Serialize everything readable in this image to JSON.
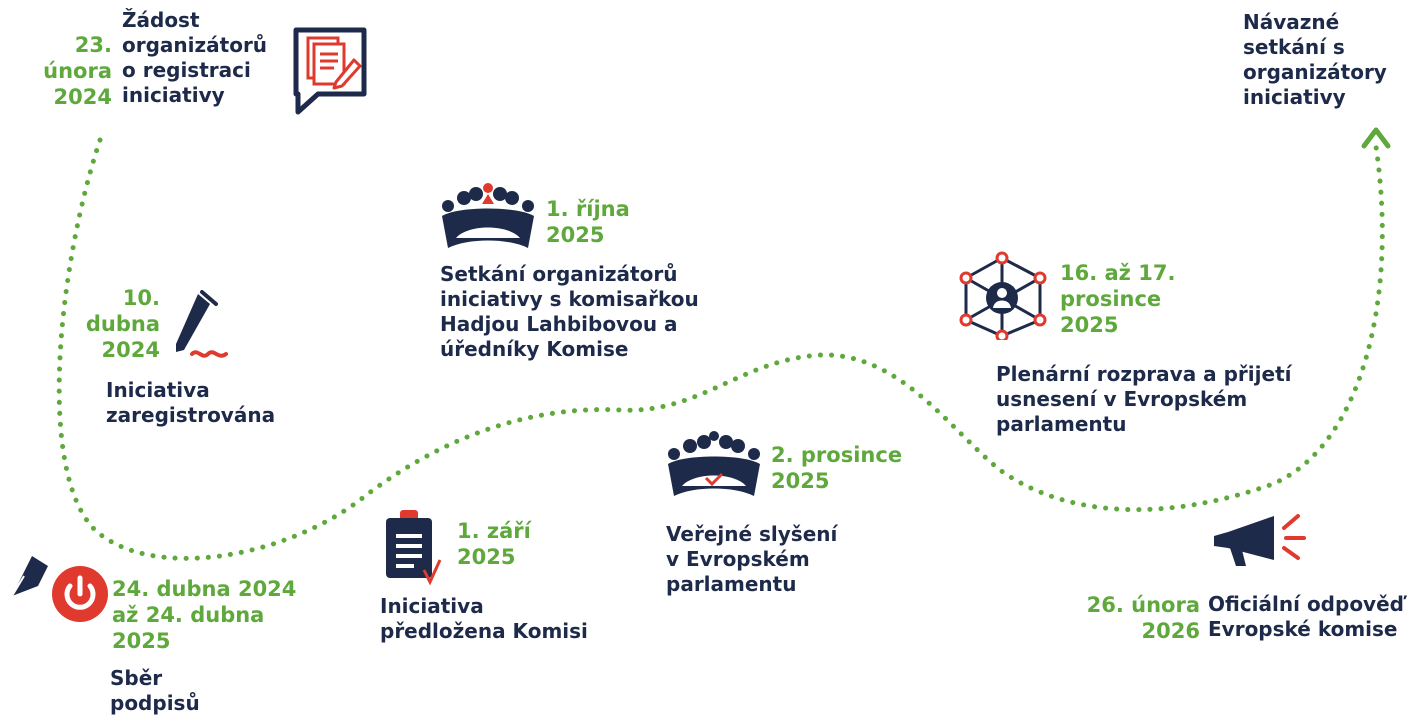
{
  "colors": {
    "navy": "#1e2a4a",
    "green": "#5ea83c",
    "red": "#e03a2f"
  },
  "events": [
    {
      "id": "request",
      "date": "23.\núnora\n2024",
      "text": "Žádost\norganizátorů\no registraci\niniciativy",
      "icon": "document-pen-speech-bubble-icon"
    },
    {
      "id": "registered",
      "date": "10.\ndubna\n2024",
      "text": "Iniciativa\nzaregistrována",
      "icon": "pen-signature-icon"
    },
    {
      "id": "collection",
      "date": "24. dubna 2024\naž 24. dubna\n2025",
      "text": "Sběr\npodpisů",
      "icon": "fountain-pen-power-icon"
    },
    {
      "id": "submitted",
      "date": "1. září\n2025",
      "text": "Iniciativa\npředložena Komisi",
      "icon": "clipboard-check-icon"
    },
    {
      "id": "meeting",
      "date": "1. října\n2025",
      "text": "Setkání organizátorů\niniciativy s komisařkou\nHadjou Lahbibovou a\núředníky Komise",
      "icon": "meeting-table-icon"
    },
    {
      "id": "hearing",
      "date": "2. prosince\n2025",
      "text": "Veřejné slyšení\nv Evropském\nparlamentu",
      "icon": "hearing-table-icon"
    },
    {
      "id": "plenary",
      "date": "16. až 17.\nprosince\n2025",
      "text": "Plenární rozprava a přijetí\nusnesení v Evropském\nparlamentu",
      "icon": "network-person-icon"
    },
    {
      "id": "response",
      "date": "26. února\n2026",
      "text": "Oficiální odpověď\nEvropské komise",
      "icon": "megaphone-icon"
    },
    {
      "id": "followup",
      "date": "",
      "text": "Návazné\nsetkání s\norganizátory\niniciativy",
      "icon": ""
    }
  ]
}
